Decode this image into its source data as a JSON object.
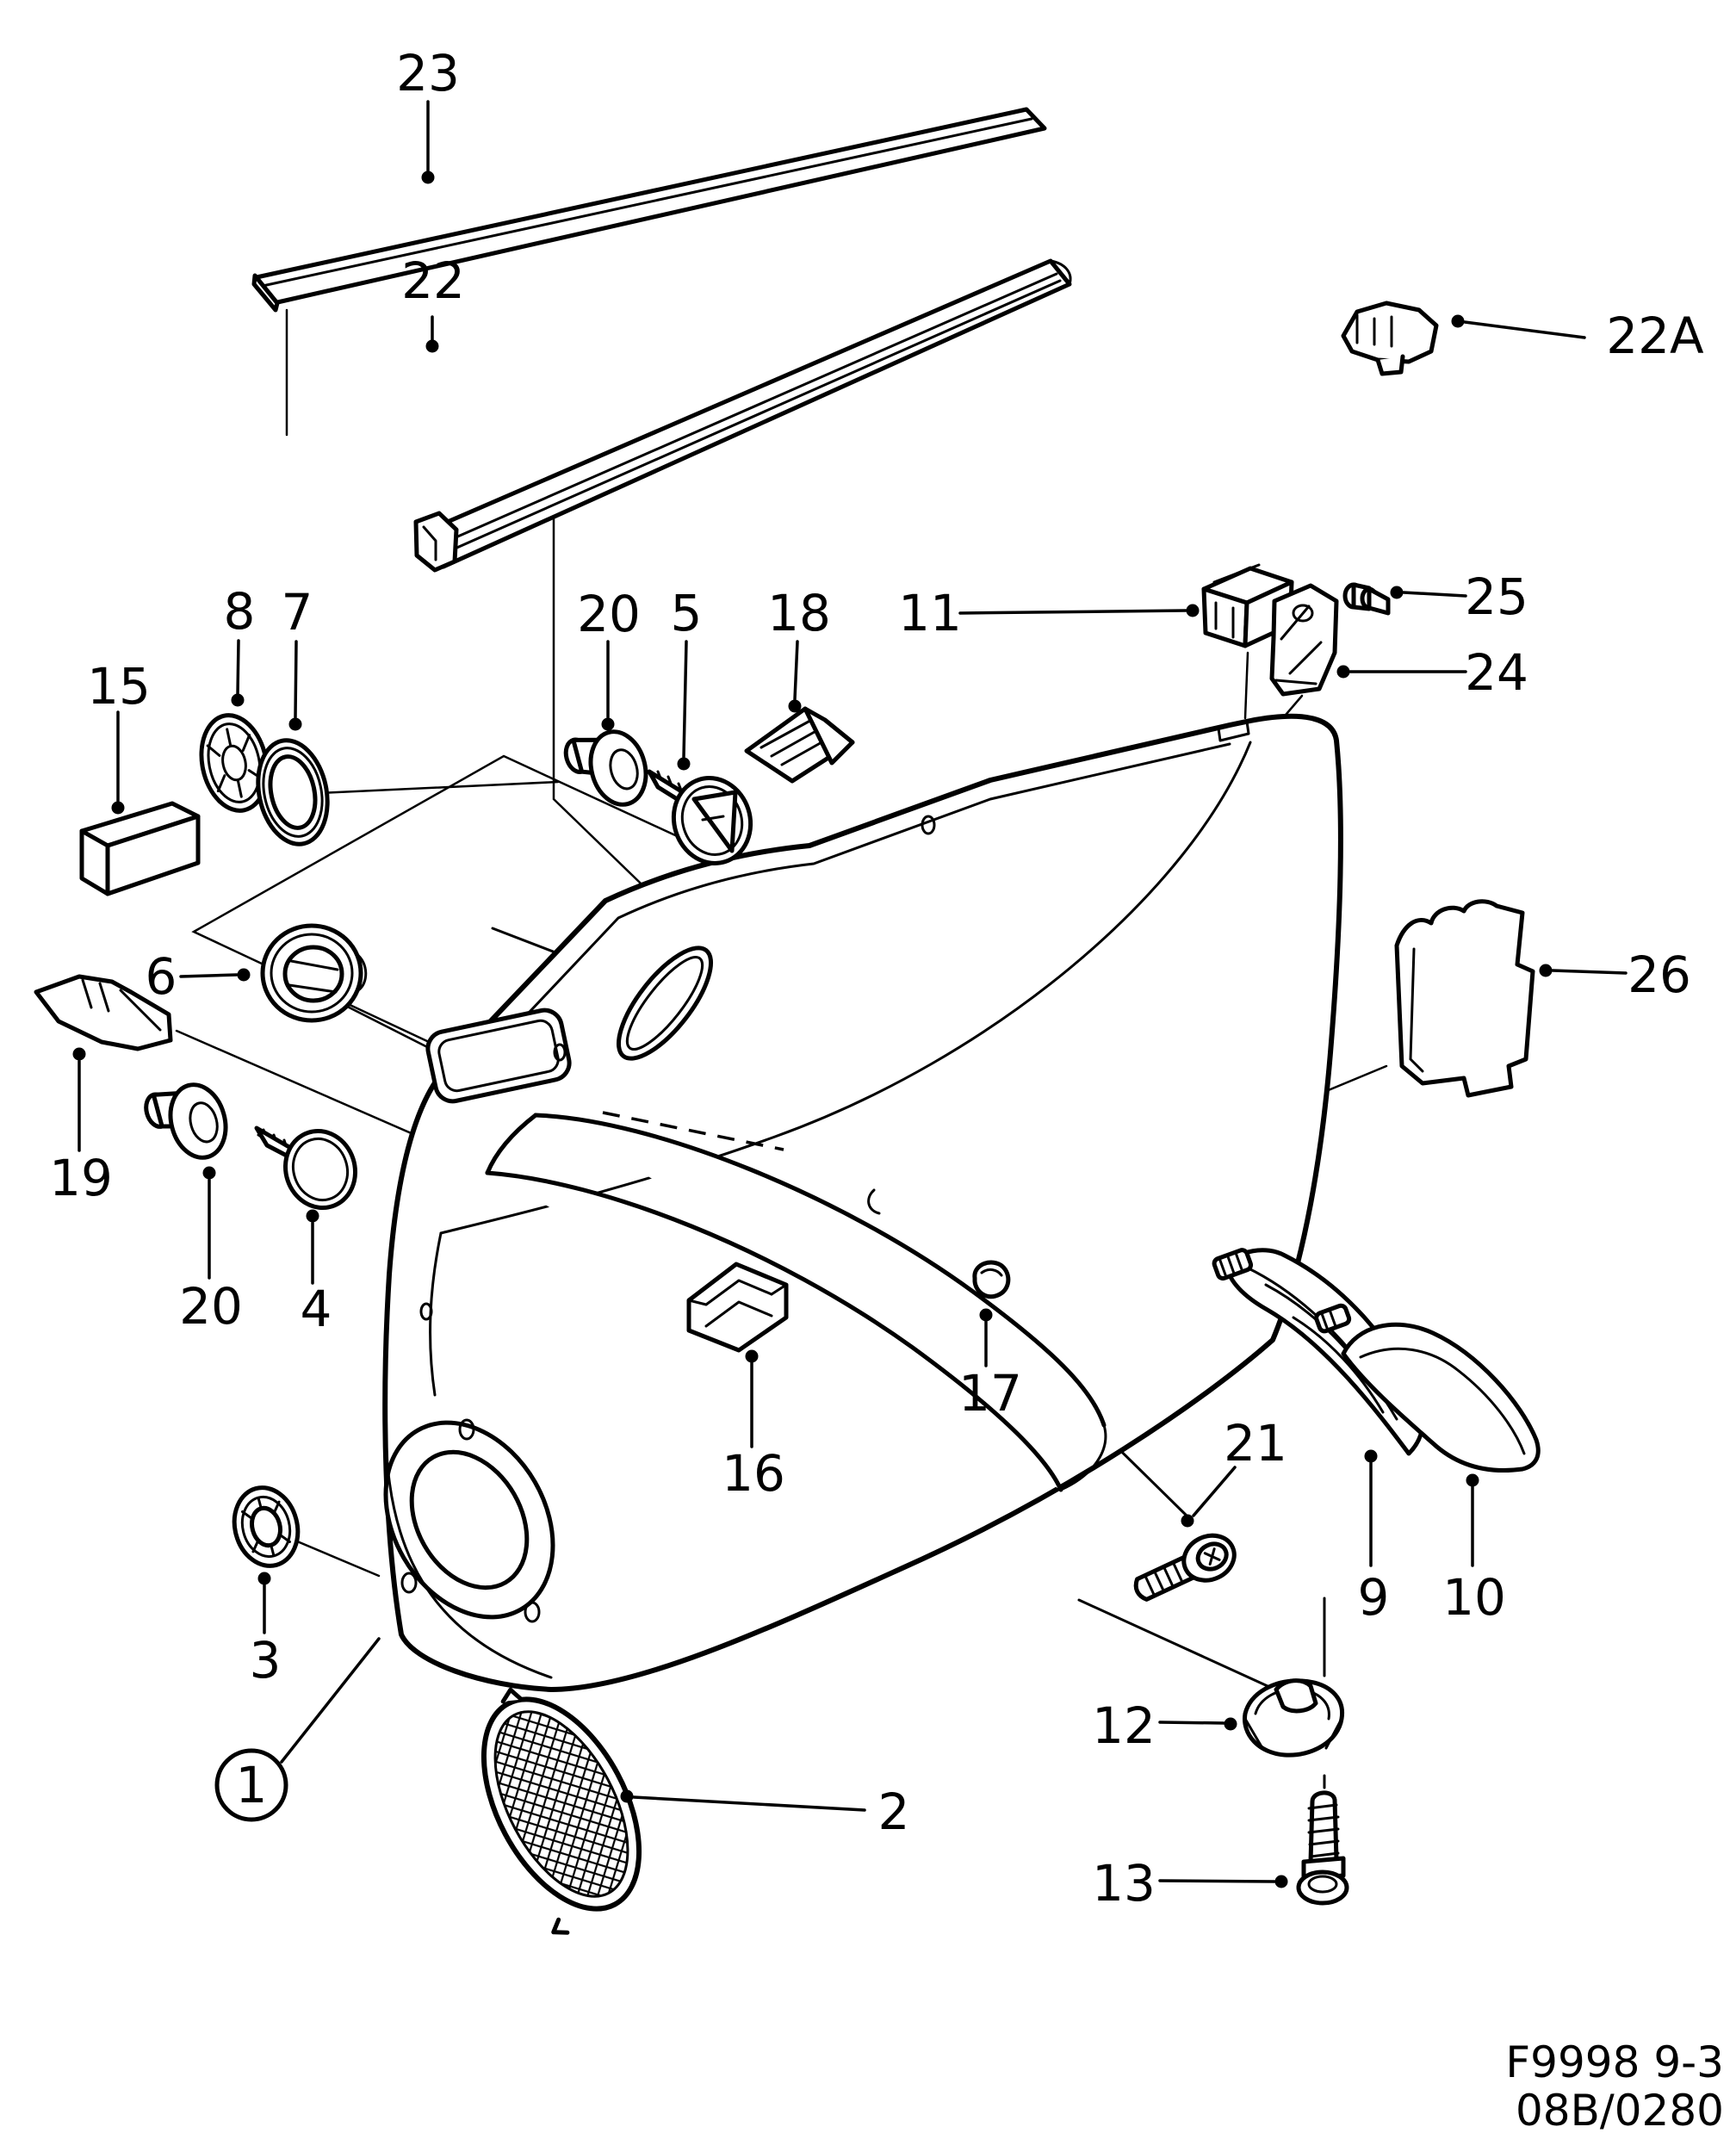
{
  "figure": {
    "type": "exploded-parts-diagram",
    "subject": "front door inner trim panel with fasteners, seals, speaker grille and handle",
    "callouts": {
      "c1": "1",
      "c2": "2",
      "c3": "3",
      "c4": "4",
      "c5": "5",
      "c6": "6",
      "c7": "7",
      "c8": "8",
      "c9": "9",
      "c10": "10",
      "c11": "11",
      "c12": "12",
      "c13": "13",
      "c15": "15",
      "c16": "16",
      "c17": "17",
      "c18": "18",
      "c19": "19",
      "c20u": "20",
      "c20l": "20",
      "c21": "21",
      "c22": "22",
      "c22a": "22A",
      "c23": "23",
      "c24": "24",
      "c25": "25",
      "c26": "26"
    },
    "footer": {
      "code": "F9998 9-3",
      "ref": "08B/0280"
    },
    "colors": {
      "line": "#000000",
      "background": "#ffffff"
    }
  }
}
